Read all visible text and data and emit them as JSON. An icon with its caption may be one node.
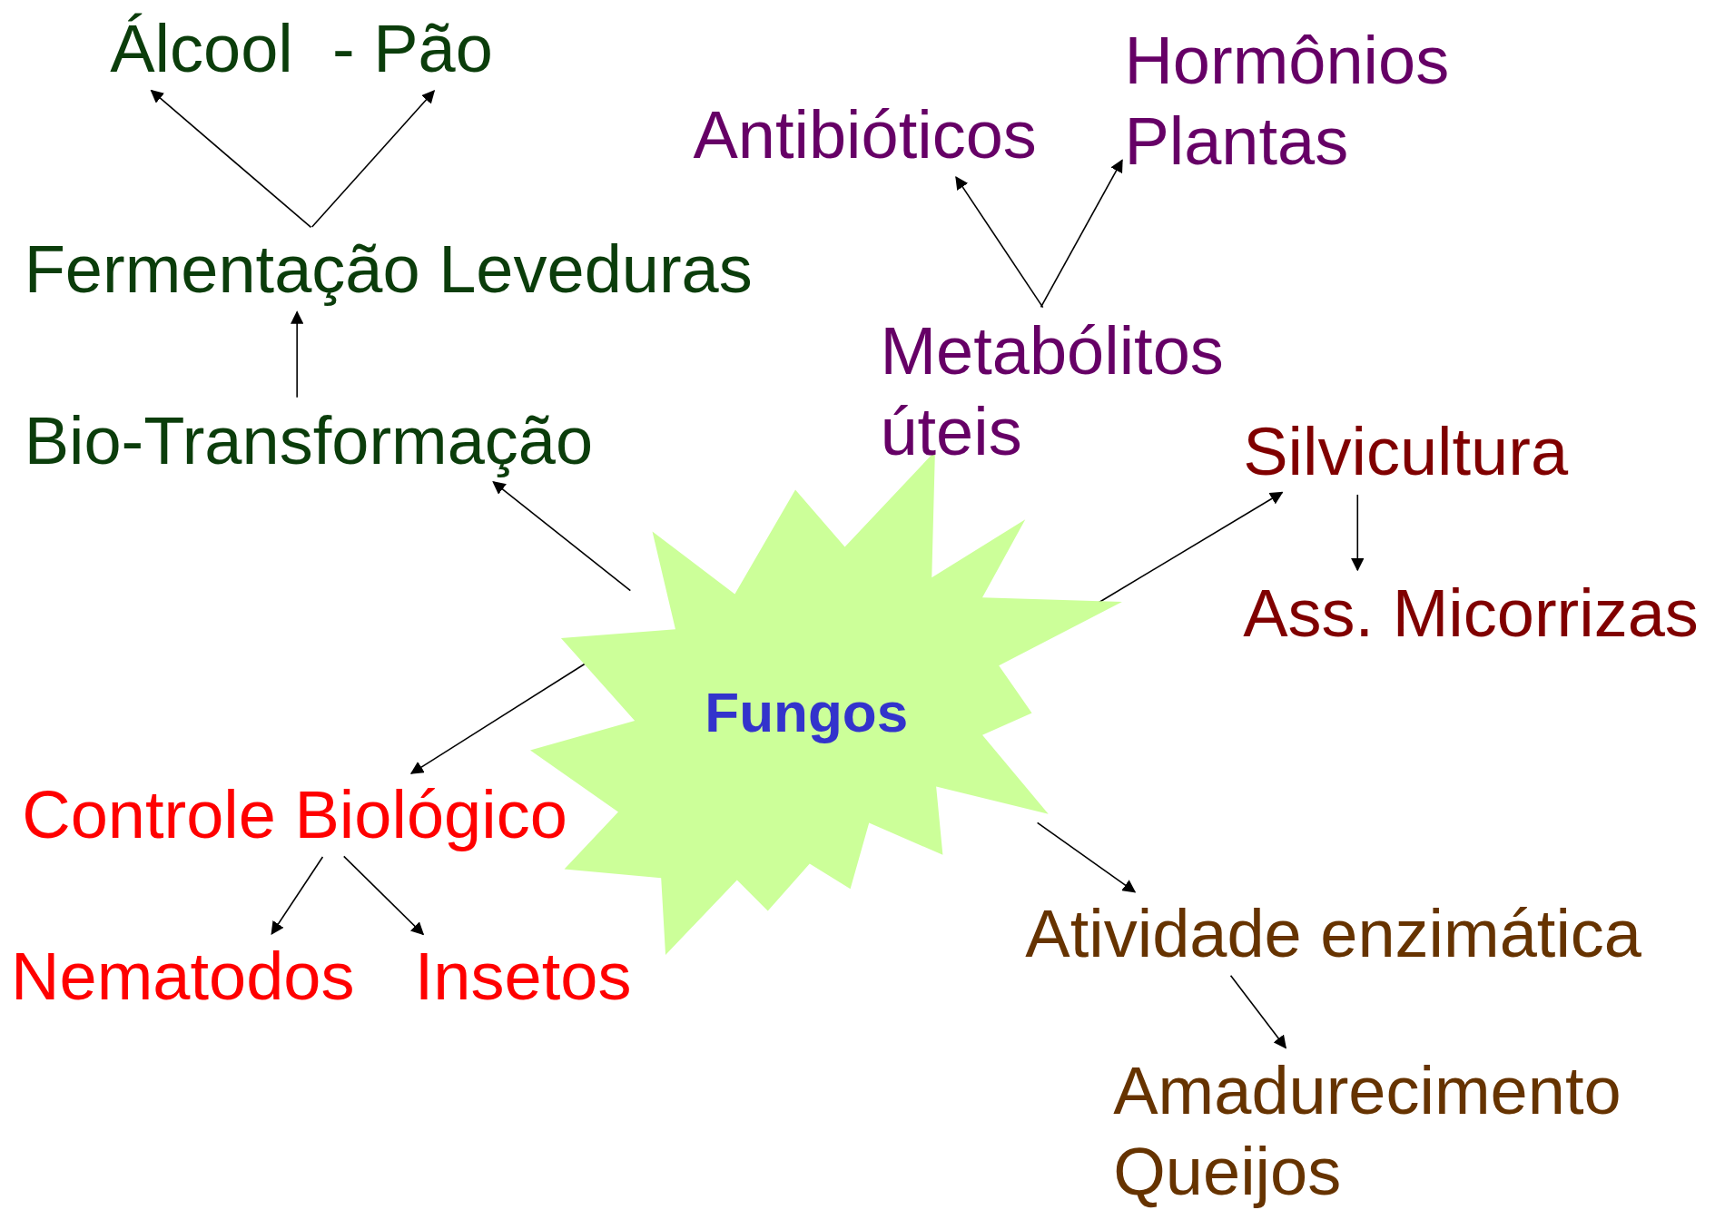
{
  "diagram": {
    "nodes": [
      {
        "text": [
          "Fungos"
        ]
      },
      {
        "text": [
          "Bio-Transformação"
        ]
      },
      {
        "text": [
          "Fermentação Leveduras"
        ]
      },
      {
        "text": [
          "Álcool"
        ]
      },
      {
        "text": [
          "- Pão"
        ]
      },
      {
        "text": [
          "Metabólitos úteis"
        ]
      },
      {
        "text": [
          "Antibióticos"
        ]
      },
      {
        "text": [
          "Hormônios Plantas"
        ]
      },
      {
        "text": [
          "Silvicultura"
        ]
      },
      {
        "text": [
          "Ass. Micorrizas"
        ]
      },
      {
        "text": [
          "Controle Biológico"
        ]
      },
      {
        "text": [
          "Nematodos"
        ]
      },
      {
        "text": [
          "Insetos"
        ]
      },
      {
        "text": [
          "Atividade enzimática"
        ]
      },
      {
        "text": [
          "Amadurecimento Queijos"
        ]
      }
    ],
    "edges": [
      {
        "from": 0,
        "to": 1,
        "arrow": "to"
      },
      {
        "from": 1,
        "to": 2,
        "arrow": "to"
      },
      {
        "from": 2,
        "to": 3,
        "arrow": "to"
      },
      {
        "from": 2,
        "to": 4,
        "arrow": "to"
      },
      {
        "from": 5,
        "to": 6,
        "arrow": "to"
      },
      {
        "from": 5,
        "to": 7,
        "arrow": "to"
      },
      {
        "from": 0,
        "to": 8,
        "arrow": "to"
      },
      {
        "from": 8,
        "to": 9,
        "arrow": "to"
      },
      {
        "from": 0,
        "to": 10,
        "arrow": "to"
      },
      {
        "from": 10,
        "to": 11,
        "arrow": "to"
      },
      {
        "from": 10,
        "to": 12,
        "arrow": "to"
      },
      {
        "from": 0,
        "to": 13,
        "arrow": "to"
      },
      {
        "from": 13,
        "to": 14,
        "arrow": "to"
      }
    ]
  }
}
